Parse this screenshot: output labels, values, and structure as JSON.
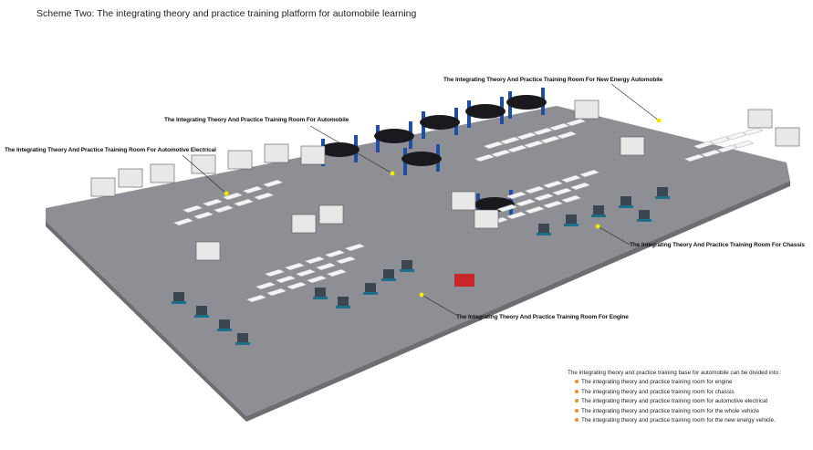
{
  "title": "Scheme Two: The integrating theory and practice training platform for automobile learning",
  "labels": {
    "new_energy": "The Integrating Theory And Practice Training Room For New Energy Automobile",
    "automobile": "The Integrating Theory And Practice Training Room For Automobile",
    "electrical": "The Integrating Theory And Practice Training Room For Automotive Electrical",
    "chassis": "The Integrating Theory And Practice Training Room For Chassis",
    "engine": "The Integrating Theory And Practice Training Room For Engine"
  },
  "legend": {
    "heading": "The integrating theory and practice training base for automobile can be divided into :",
    "items": [
      "The integrating theory and practice training room for engine",
      "The integrating theory and practice training room for chassis",
      "The integrating theory and practice training room for automotive electrical",
      "The integrating theory and practice training room for the whole vehicle",
      "The integrating theory and practice training room for the new energy vehicle."
    ],
    "bullet_color": "#e8912a"
  },
  "colors": {
    "floor": "#8e8f94",
    "marker": "#f2e600",
    "lift": "#1f4fa3"
  }
}
